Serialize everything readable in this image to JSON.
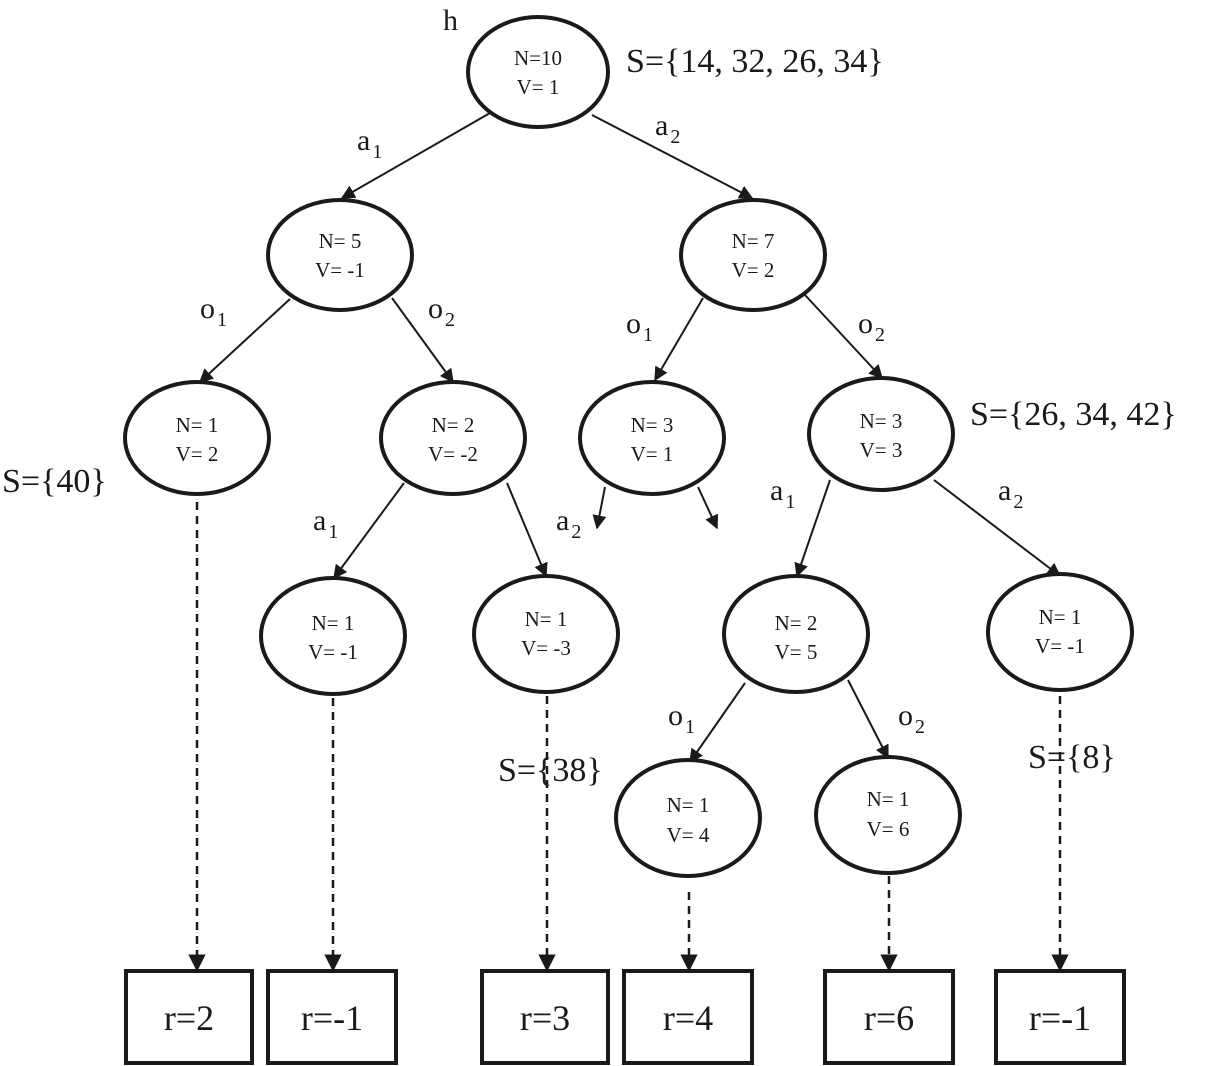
{
  "root_label": "h",
  "nodes": [
    {
      "id": "root",
      "n": "N=10",
      "v": "V= 1"
    },
    {
      "id": "a1",
      "n": "N= 5",
      "v": "V= -1"
    },
    {
      "id": "a2",
      "n": "N= 7",
      "v": "V= 2"
    },
    {
      "id": "a1o1",
      "n": "N= 1",
      "v": "V= 2"
    },
    {
      "id": "a1o2",
      "n": "N= 2",
      "v": "V= -2"
    },
    {
      "id": "a2o1",
      "n": "N= 3",
      "v": "V= 1"
    },
    {
      "id": "a2o2",
      "n": "N= 3",
      "v": "V= 3"
    },
    {
      "id": "a1o2a1",
      "n": "N= 1",
      "v": "V= -1"
    },
    {
      "id": "a1o2a2",
      "n": "N= 1",
      "v": "V= -3"
    },
    {
      "id": "a2o2a1",
      "n": "N= 2",
      "v": "V= 5"
    },
    {
      "id": "a2o2a2",
      "n": "N= 1",
      "v": "V= -1"
    },
    {
      "id": "a2o2a1o1",
      "n": "N= 1",
      "v": "V= 4"
    },
    {
      "id": "a2o2a1o2",
      "n": "N= 1",
      "v": "V= 6"
    }
  ],
  "edge_labels": [
    {
      "base": "a",
      "sub": "1"
    },
    {
      "base": "a",
      "sub": "2"
    },
    {
      "base": "o",
      "sub": "1"
    },
    {
      "base": "o",
      "sub": "2"
    },
    {
      "base": "o",
      "sub": "1"
    },
    {
      "base": "o",
      "sub": "2"
    },
    {
      "base": "a",
      "sub": "1"
    },
    {
      "base": "a",
      "sub": "2"
    },
    {
      "base": "a",
      "sub": "1"
    },
    {
      "base": "a",
      "sub": "2"
    },
    {
      "base": "o",
      "sub": "1"
    },
    {
      "base": "o",
      "sub": "2"
    }
  ],
  "sets": [
    "S={14, 32, 26, 34}",
    "S={40}",
    "S={26, 34, 42}",
    "S={38}",
    "S={8}"
  ],
  "leaves": [
    "r=2",
    "r=-1",
    "r=3",
    "r=4",
    "r=6",
    "r=-1"
  ]
}
